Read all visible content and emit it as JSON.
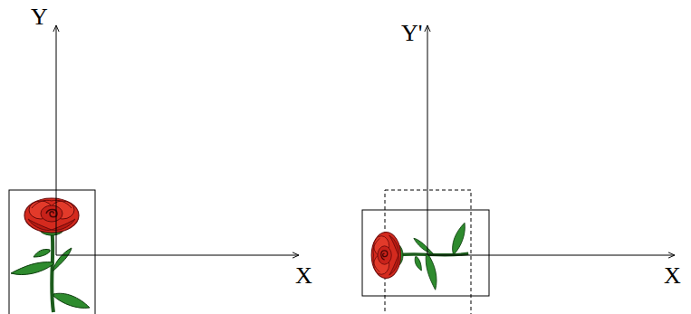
{
  "diagram": {
    "labels": [
      "Y",
      "Y'",
      "X",
      "X"
    ]
  }
}
